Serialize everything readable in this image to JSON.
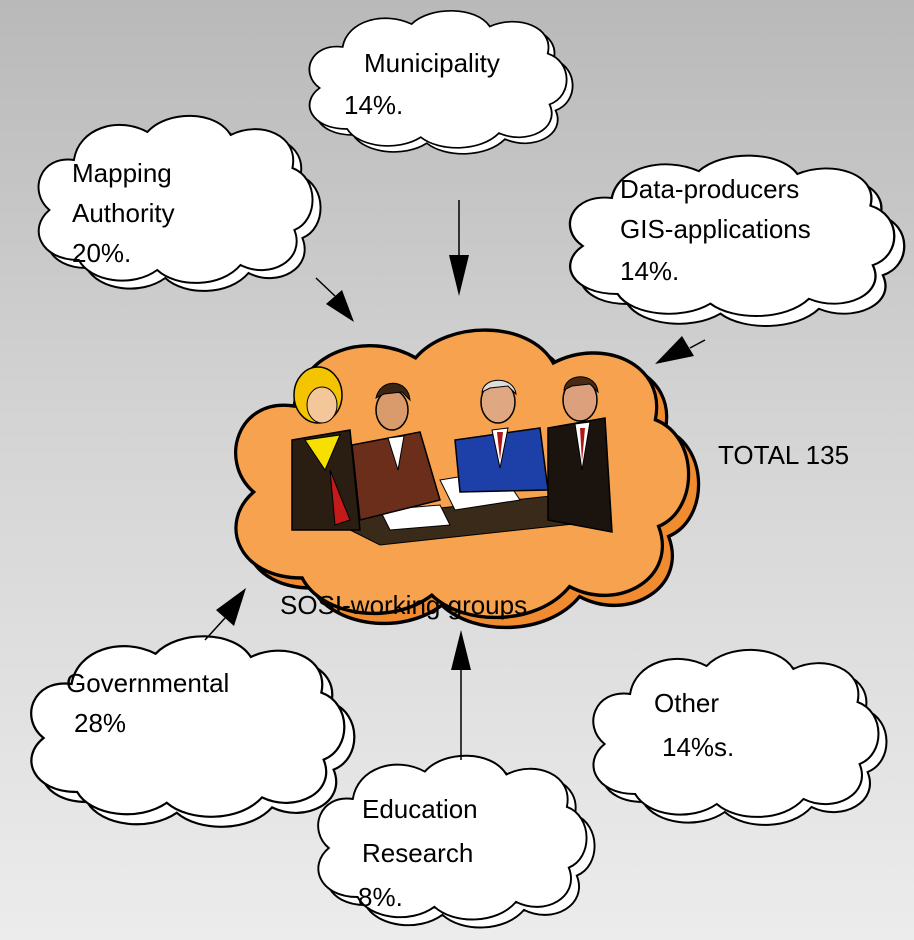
{
  "diagram": {
    "center": {
      "label": "SOSI-working groups",
      "total": "TOTAL 135"
    },
    "clouds": {
      "municipality": {
        "lines": [
          "Municipality",
          "14%."
        ]
      },
      "mapping_authority": {
        "lines": [
          "Mapping",
          "Authority",
          "20%."
        ]
      },
      "data_producers": {
        "lines": [
          "Data-producers",
          "GIS-applications",
          "14%."
        ]
      },
      "governmental": {
        "lines": [
          "Governmental",
          "28%"
        ]
      },
      "education": {
        "lines": [
          "Education",
          "Research",
          "8%."
        ]
      },
      "other": {
        "lines": [
          "Other",
          "14%s."
        ]
      }
    },
    "colors": {
      "center_fill": "#f7a24e",
      "cloud_fill": "#ffffff",
      "background": "#d4d4d4"
    },
    "illustration": "meeting-clipart"
  }
}
